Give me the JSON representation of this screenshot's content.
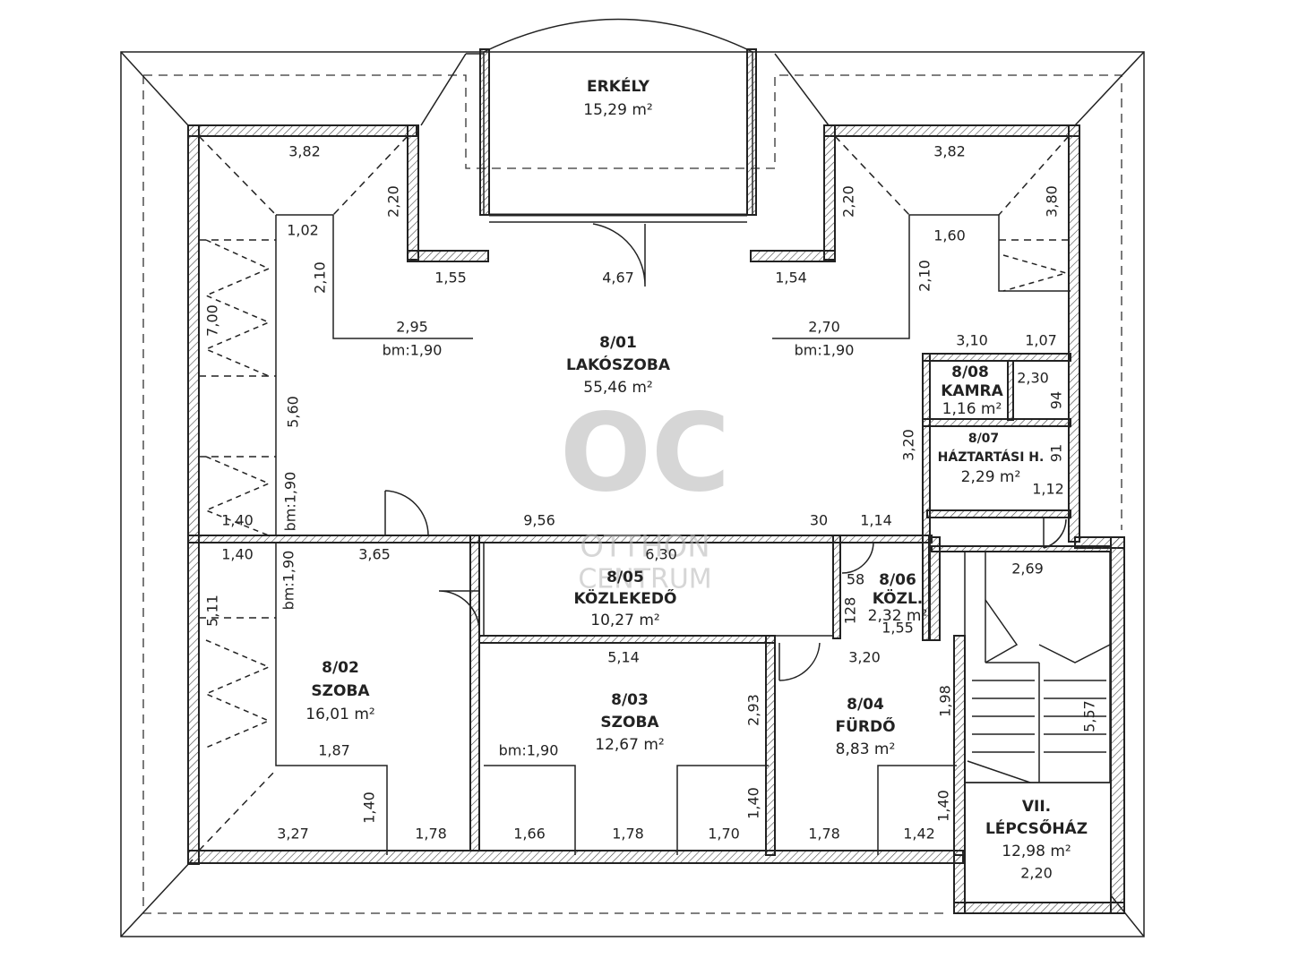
{
  "rooms": {
    "erkely": {
      "name": "ERKÉLY",
      "area": "15,29 m²"
    },
    "r801": {
      "code": "8/01",
      "name": "LAKÓSZOBA",
      "area": "55,46 m²"
    },
    "r802": {
      "code": "8/02",
      "name": "SZOBA",
      "area": "16,01 m²"
    },
    "r803": {
      "code": "8/03",
      "name": "SZOBA",
      "area": "12,67 m²"
    },
    "r804": {
      "code": "8/04",
      "name": "FÜRDŐ",
      "area": "8,83 m²"
    },
    "r805": {
      "code": "8/05",
      "name": "KÖZLEKEDŐ",
      "area": "10,27 m²"
    },
    "r806": {
      "code": "8/06",
      "name": "KÖZL.",
      "area": "2,32 m²"
    },
    "r807": {
      "code": "8/07",
      "name": "HÁZTARTÁSI H.",
      "area": "2,29 m²"
    },
    "r808": {
      "code": "8/08",
      "name": "KAMRA",
      "area": "1,16 m²"
    },
    "stair": {
      "code": "VII.",
      "name": "LÉPCSŐHÁZ",
      "area": "12,98 m²",
      "width": "2,20"
    }
  },
  "dims": {
    "d_382_left": "3,82",
    "d_382_right": "3,82",
    "d_220_left": "2,20",
    "d_220_right": "2,20",
    "d_380": "3,80",
    "d_102": "1,02",
    "d_160": "1,60",
    "d_210_left": "2,10",
    "d_210_right": "2,10",
    "d_155_top": "1,55",
    "d_467": "4,67",
    "d_154": "1,54",
    "d_295": "2,95",
    "d_270": "2,70",
    "bm_left": "bm:1,90",
    "bm_right": "bm:1,90",
    "d_310": "3,10",
    "d_107": "1,07",
    "d_700": "7,00",
    "d_560": "5,60",
    "bm_vert_1": "bm:1,90",
    "d_230": "2,30",
    "d_94": "94",
    "d_320_v": "3,20",
    "d_91": "91",
    "d_112": "1,12",
    "d_140_a": "1,40",
    "d_956": "9,56",
    "d_30": "30",
    "d_114": "1,14",
    "d_140_b": "1,40",
    "d_365": "3,65",
    "d_630": "6,30",
    "bm_vert_2": "bm:1,90",
    "d_269": "2,69",
    "d_511": "5,11",
    "d_58": "58",
    "d_128": "128",
    "d_155_b": "1,55",
    "d_514": "5,14",
    "d_320_h": "3,20",
    "d_293": "2,93",
    "d_198": "1,98",
    "d_557": "5,57",
    "d_187": "1,87",
    "bm_room803": "bm:1,90",
    "d_140_c": "1,40",
    "d_140_d": "1,40",
    "d_140_e": "1,40",
    "d_327": "3,27",
    "d_178_a": "1,78",
    "d_166": "1,66",
    "d_178_b": "1,78",
    "d_170": "1,70",
    "d_178_c": "1,78",
    "d_142": "1,42"
  },
  "watermark": {
    "mark": "OC",
    "line1": "OTTHON",
    "line2": "CENTRUM"
  }
}
